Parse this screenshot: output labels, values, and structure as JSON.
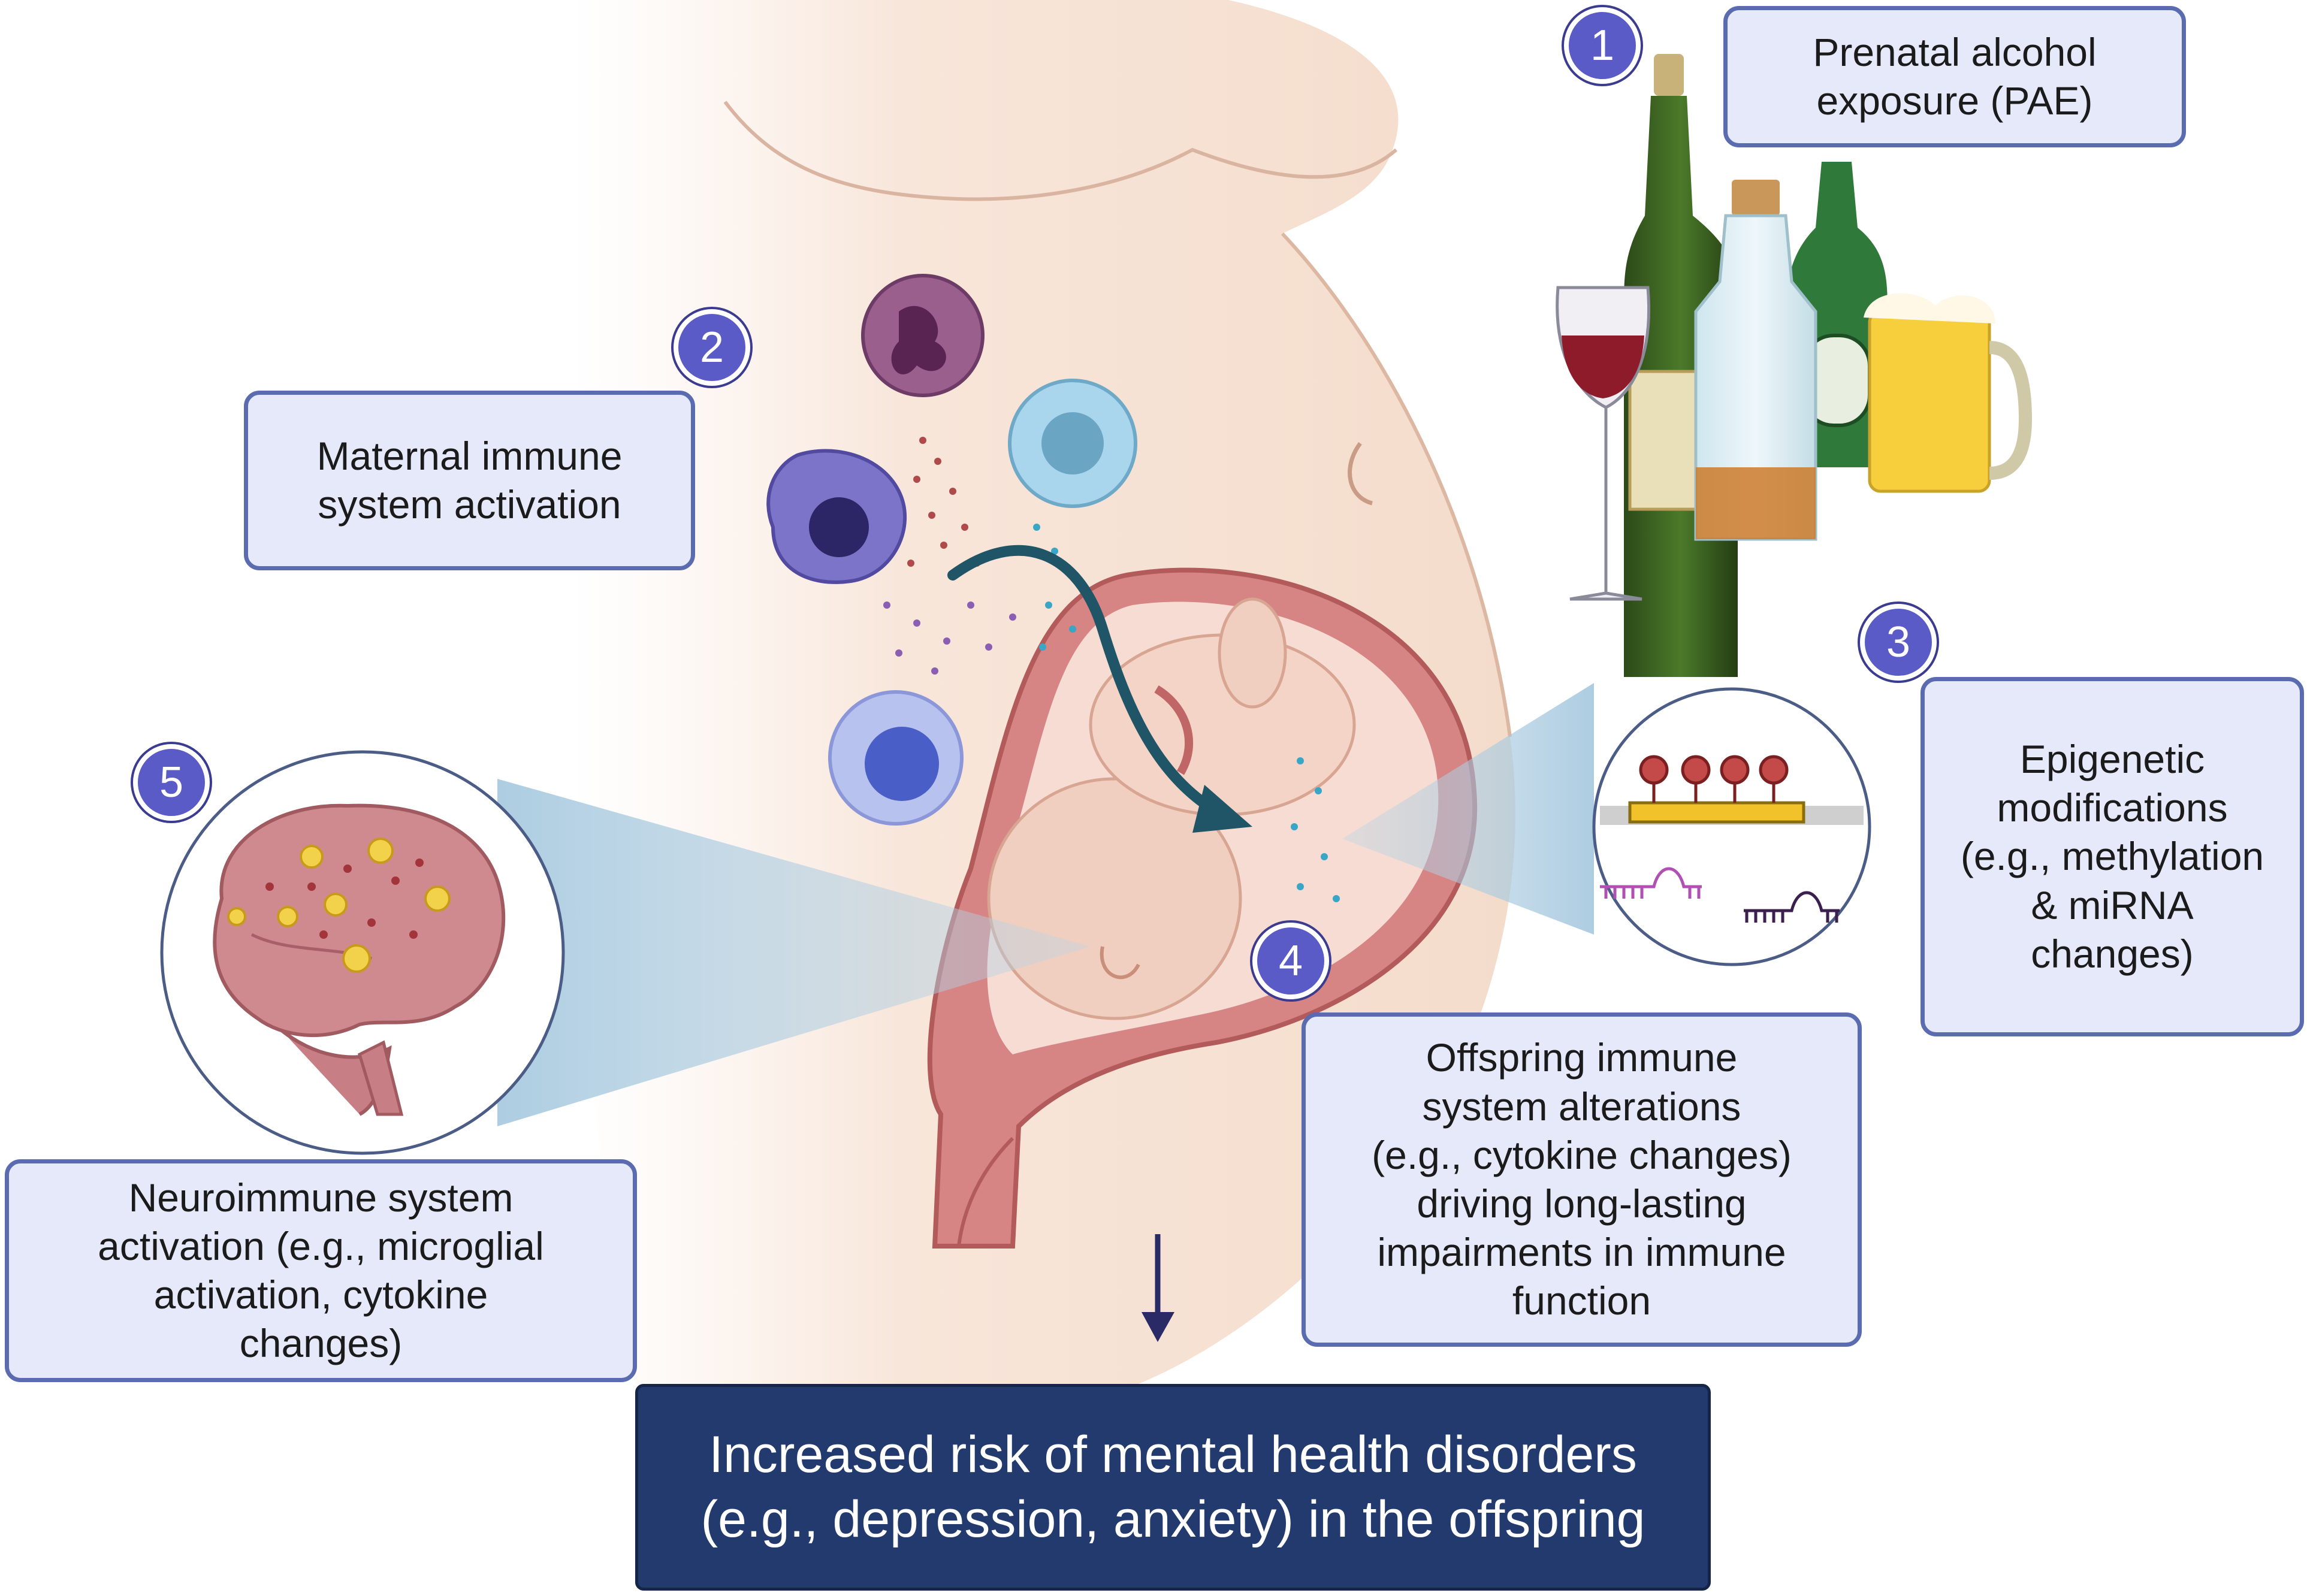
{
  "colors": {
    "box_fill": "#e6e9fa",
    "box_border": "#5a6bb0",
    "badge_fill": "#5b5bc8",
    "outcome_fill": "#233a6e",
    "skin": "#f3dccb",
    "uterus": "#d98d8d",
    "arrow": "#1f5566"
  },
  "steps": {
    "s1": {
      "number": "1",
      "lines": [
        "Prenatal alcohol",
        "exposure (PAE)"
      ]
    },
    "s2": {
      "number": "2",
      "lines": [
        "Maternal immune",
        "system activation"
      ]
    },
    "s3": {
      "number": "3",
      "lines": [
        "Epigenetic",
        "modifications",
        "(e.g., methylation",
        "& miRNA",
        "changes)"
      ]
    },
    "s4": {
      "number": "4",
      "lines": [
        "Offspring immune",
        "system alterations",
        "(e.g., cytokine changes)",
        "driving long-lasting",
        "impairments in immune",
        "function"
      ]
    },
    "s5": {
      "number": "5",
      "lines": [
        "Neuroimmune system",
        "activation (e.g., microglial",
        "activation, cytokine",
        "changes)"
      ]
    }
  },
  "outcome": {
    "lines": [
      "Increased risk of mental health disorders",
      "(e.g., depression, anxiety) in the offspring"
    ]
  },
  "icons": [
    "alcoholic-drinks-icon",
    "immune-cell-icon",
    "fetus-in-uterus-icon",
    "dna-methylation-icon",
    "mirna-icon",
    "brain-icon",
    "microglia-icon",
    "down-arrow-icon"
  ]
}
